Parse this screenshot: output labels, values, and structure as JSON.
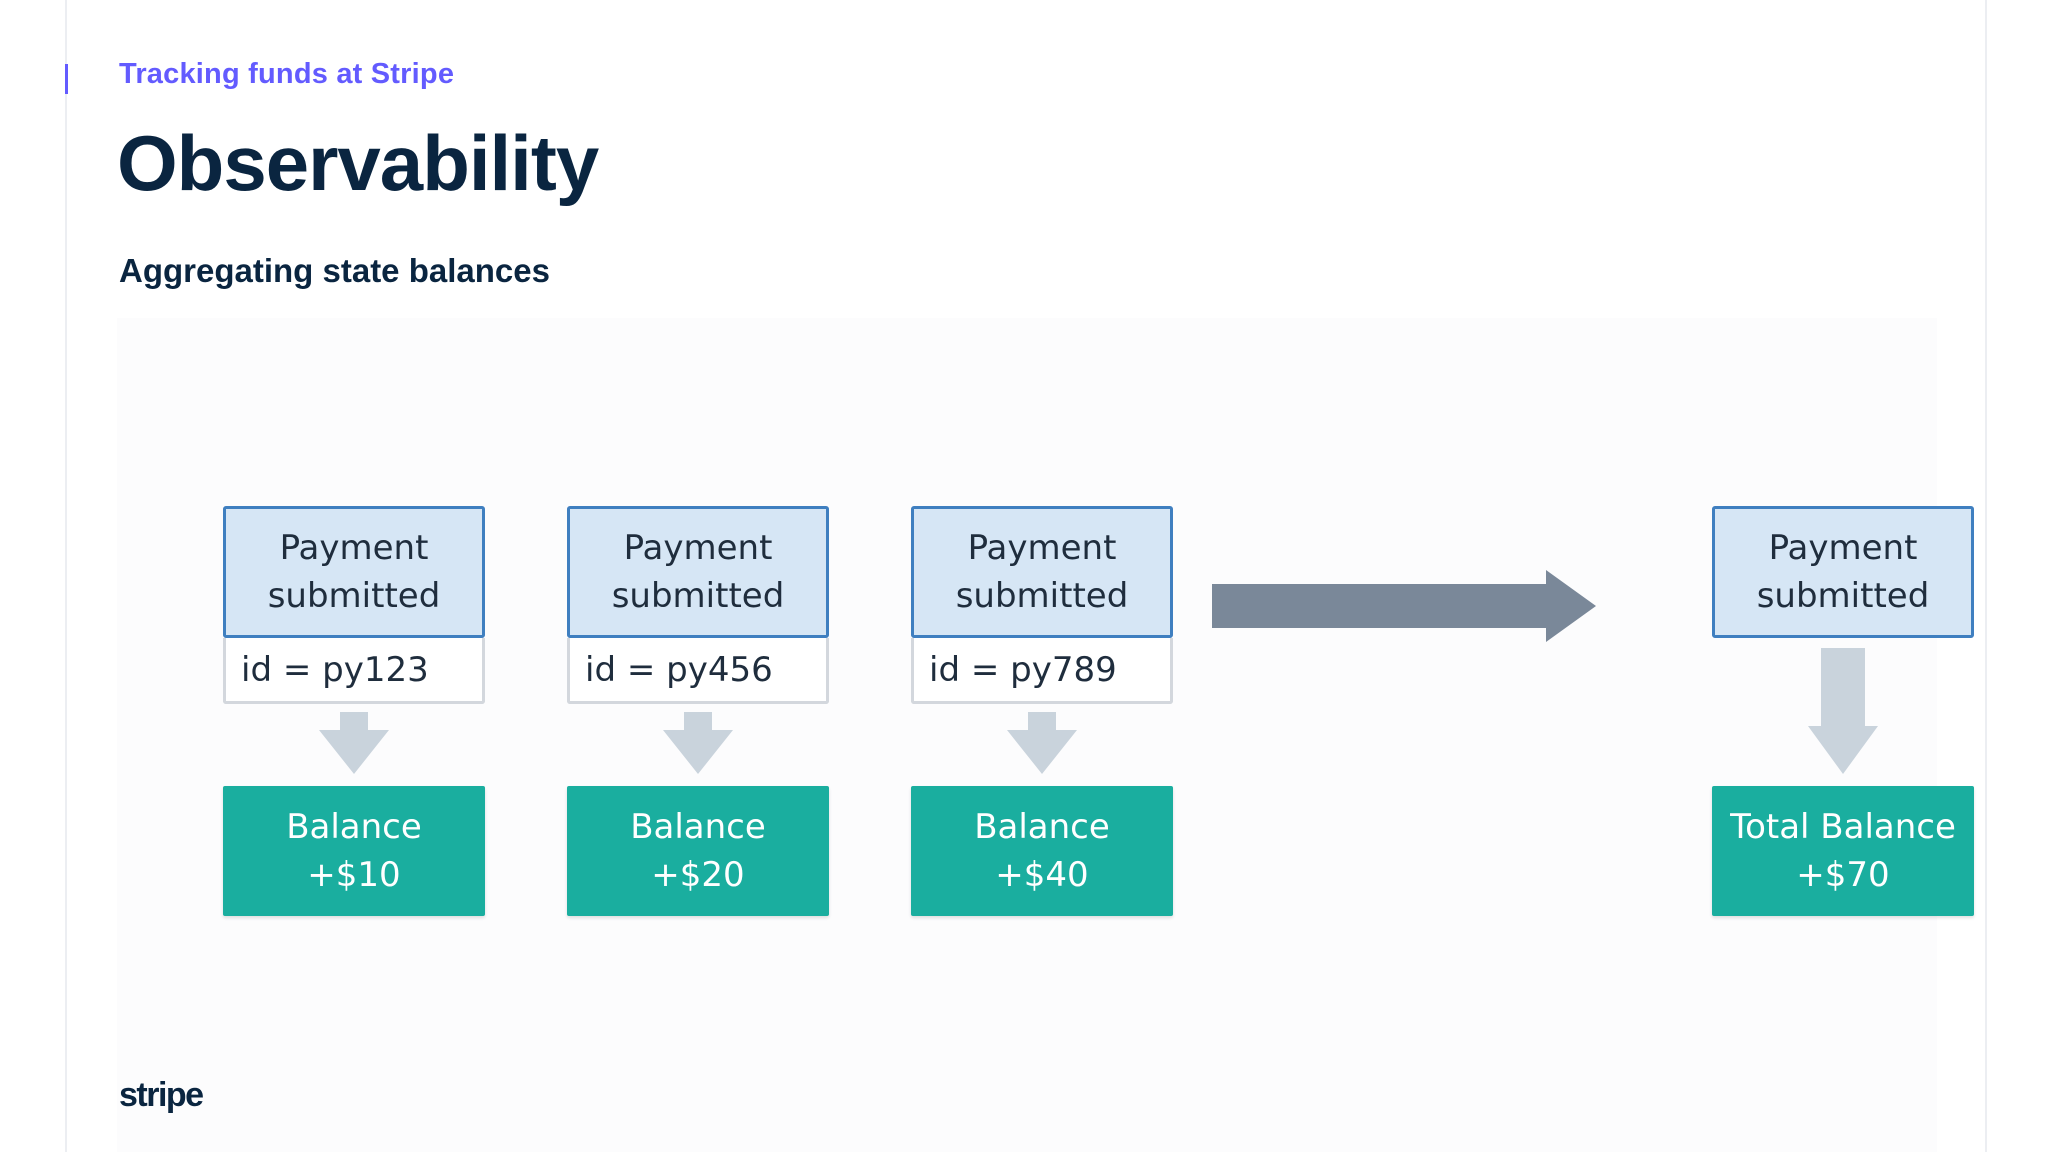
{
  "header": {
    "eyebrow": "Tracking funds at Stripe",
    "title": "Observability",
    "subtitle": "Aggregating state balances"
  },
  "diagram": {
    "columns": [
      {
        "event": "Payment\nsubmitted",
        "id": "id = py123",
        "balance_label": "Balance",
        "balance_value": "+$10"
      },
      {
        "event": "Payment\nsubmitted",
        "id": "id = py456",
        "balance_label": "Balance",
        "balance_value": "+$20"
      },
      {
        "event": "Payment\nsubmitted",
        "id": "id = py789",
        "balance_label": "Balance",
        "balance_value": "+$40"
      }
    ],
    "result": {
      "event": "Payment\nsubmitted",
      "balance_label": "Total Balance",
      "balance_value": "+$70"
    }
  },
  "footer": {
    "logo": "stripe"
  },
  "colors": {
    "accent": "#635bff",
    "navy": "#0a2540",
    "event_fill": "#d6e6f5",
    "event_border": "#3f7fc0",
    "balance_fill": "#1aae9f",
    "arrow_gray": "#7a8899",
    "down_arrow": "#c9d3dc"
  }
}
